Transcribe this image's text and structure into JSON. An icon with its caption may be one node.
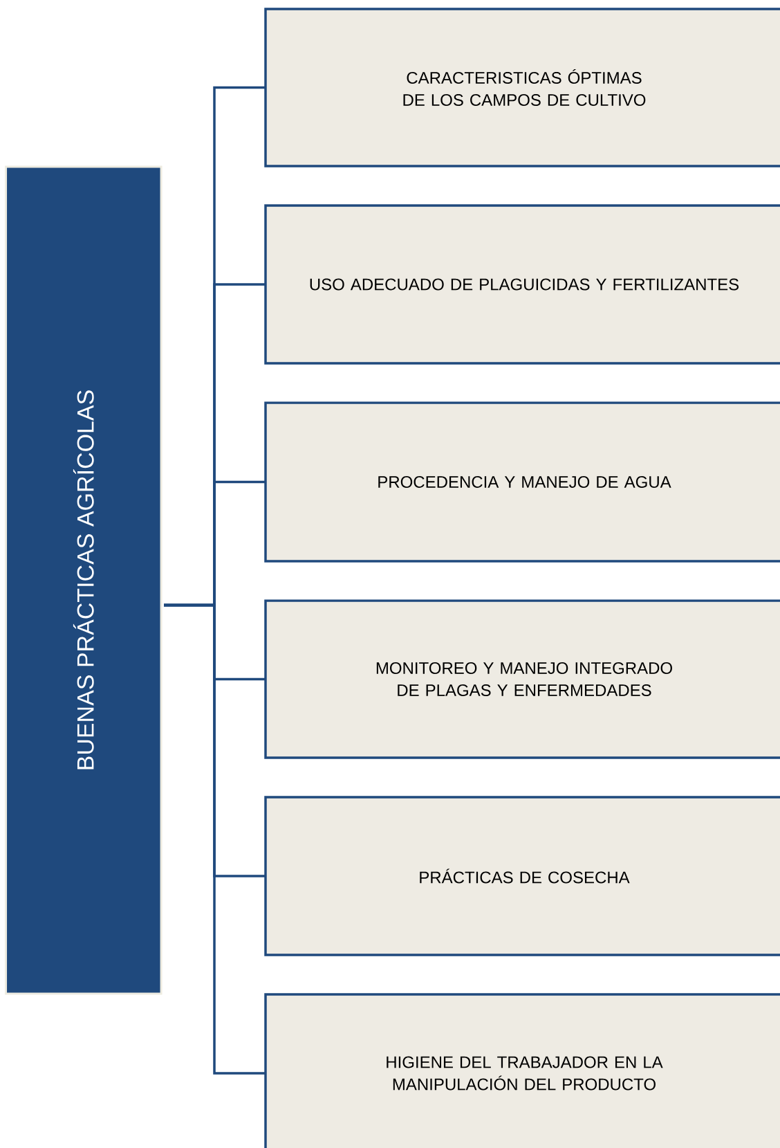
{
  "diagram": {
    "nodes": [
      {
        "text": [
          "BUENAS PRÁCTICAS AGRÍCOLAS"
        ]
      },
      {
        "text": [
          "CARACTERISTICAS ÓPTIMAS DE LOS  CAMPOS DE CULTIVO"
        ]
      },
      {
        "text": [
          "USO ADECUADO DE PLAGUICIDAS Y FERTILIZANTES"
        ]
      },
      {
        "text": [
          "PROCEDENCIA Y MANEJO DE AGUA"
        ]
      },
      {
        "text": [
          "MONITOREO Y MANEJO INTEGRADO DE PLAGAS Y ENFERMEDADES"
        ]
      },
      {
        "text": [
          "PRÁCTICAS DE COSECHA"
        ]
      },
      {
        "text": [
          "HIGIENE DEL TRABAJADOR EN LA MANIPULACIÓN DEL PRODUCTO"
        ]
      }
    ],
    "edges": [
      {
        "from": 0,
        "to": 1,
        "arrow": "none"
      },
      {
        "from": 0,
        "to": 2,
        "arrow": "none"
      },
      {
        "from": 0,
        "to": 3,
        "arrow": "none"
      },
      {
        "from": 0,
        "to": 4,
        "arrow": "none"
      },
      {
        "from": 0,
        "to": 5,
        "arrow": "none"
      },
      {
        "from": 0,
        "to": 6,
        "arrow": "none"
      }
    ]
  }
}
